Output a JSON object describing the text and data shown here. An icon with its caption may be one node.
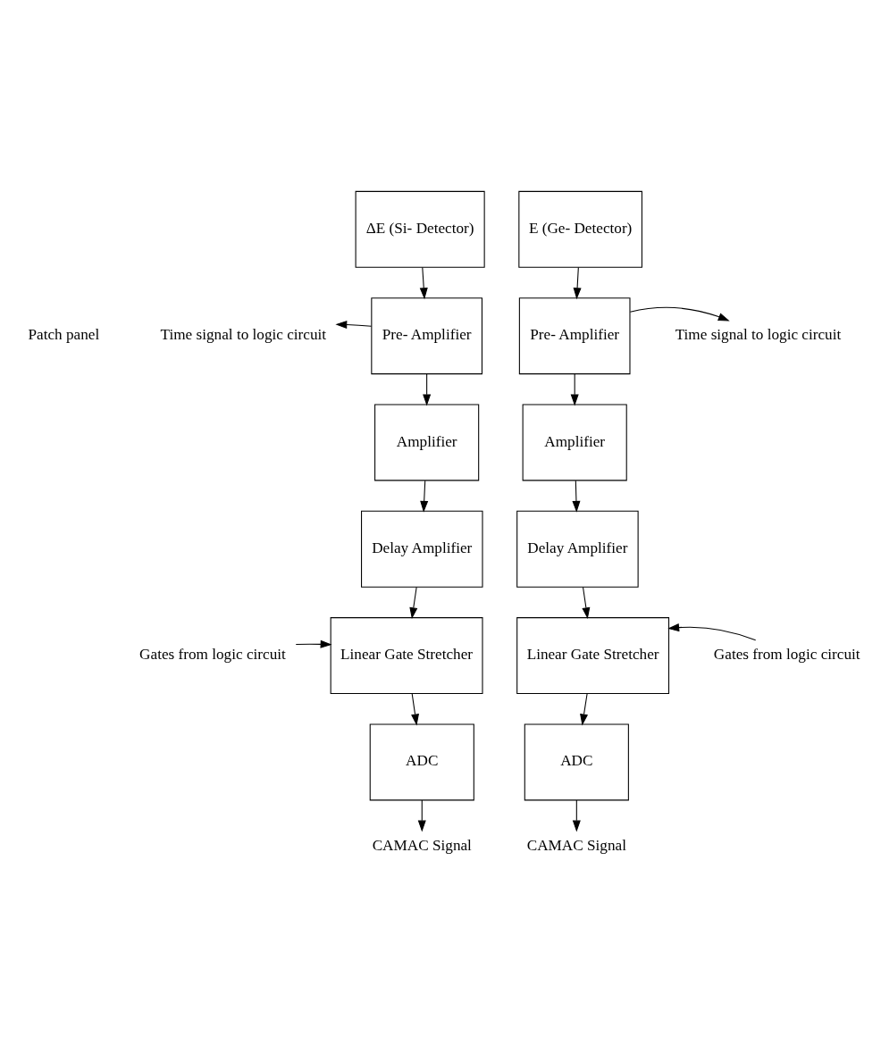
{
  "diagram": {
    "nodes": [
      {
        "text": [
          "ΔE (Si- Detector)"
        ]
      },
      {
        "text": [
          "E (Ge- Detector)"
        ]
      },
      {
        "text": [
          "Time signal to logic circuit"
        ]
      },
      {
        "text": [
          "Pre- Amplifier"
        ]
      },
      {
        "text": [
          "Pre- Amplifier"
        ]
      },
      {
        "text": [
          "Time signal to logic circuit"
        ]
      },
      {
        "text": [
          "Amplifier"
        ]
      },
      {
        "text": [
          "Amplifier"
        ]
      },
      {
        "text": [
          "Delay Amplifier"
        ]
      },
      {
        "text": [
          "Delay Amplifier"
        ]
      },
      {
        "text": [
          "Gates from logic circuit"
        ]
      },
      {
        "text": [
          "Linear Gate Stretcher"
        ]
      },
      {
        "text": [
          "Linear Gate Stretcher"
        ]
      },
      {
        "text": [
          "Gates from logic circuit"
        ]
      },
      {
        "text": [
          "ADC"
        ]
      },
      {
        "text": [
          "ADC"
        ]
      },
      {
        "text": [
          "CAMAC Signal"
        ]
      },
      {
        "text": [
          "CAMAC Signal"
        ]
      }
    ],
    "edges": [
      {
        "from": 0,
        "to": 3,
        "arrow": "to"
      },
      {
        "from": 1,
        "to": 4,
        "arrow": "to"
      },
      {
        "from": 3,
        "to": 2,
        "arrow": "to"
      },
      {
        "from": 4,
        "to": 5,
        "arrow": "to"
      },
      {
        "from": 3,
        "to": 6,
        "arrow": "to"
      },
      {
        "from": 4,
        "to": 7,
        "arrow": "to"
      },
      {
        "from": 6,
        "to": 8,
        "arrow": "to"
      },
      {
        "from": 7,
        "to": 9,
        "arrow": "to"
      },
      {
        "from": 8,
        "to": 11,
        "arrow": "to"
      },
      {
        "from": 9,
        "to": 12,
        "arrow": "to"
      },
      {
        "from": 10,
        "to": 11,
        "arrow": "to"
      },
      {
        "from": 13,
        "to": 12,
        "arrow": "to"
      },
      {
        "from": 11,
        "to": 14,
        "arrow": "to"
      },
      {
        "from": 12,
        "to": 15,
        "arrow": "to"
      },
      {
        "from": 14,
        "to": 16,
        "arrow": "to"
      },
      {
        "from": 15,
        "to": 17,
        "arrow": "to"
      }
    ],
    "labels": [
      "Patch panel"
    ]
  }
}
